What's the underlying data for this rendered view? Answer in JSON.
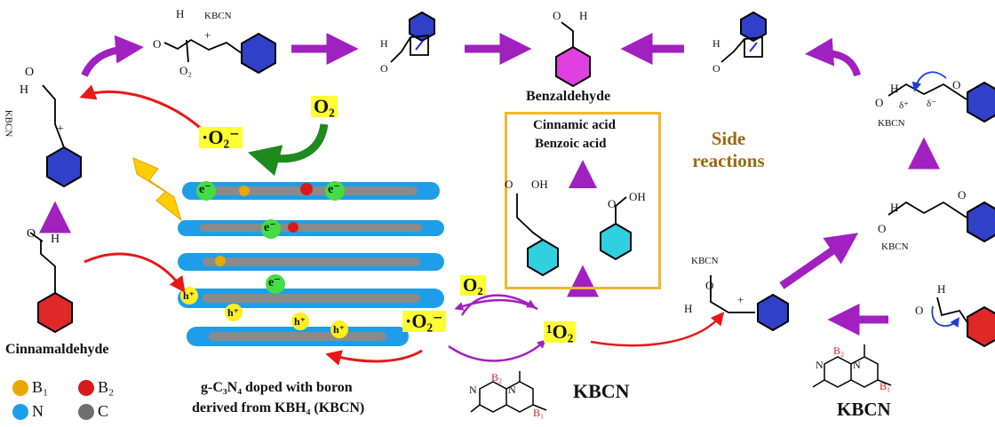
{
  "labels": {
    "benzaldehyde": "Benzaldehyde",
    "cinnamic_acid": "Cinnamic acid",
    "benzoic_acid": "Benzoic acid",
    "side_reactions_line1": "Side",
    "side_reactions_line2": "reactions",
    "cinnamaldehyde": "Cinnamaldehyde",
    "catalyst_caption_line1": "g-C₃N₄ doped with boron",
    "catalyst_caption_line2": "derived from KBH₄ (KBCN)",
    "kbcn_middle": "KBCN",
    "kbcn_right": "KBCN"
  },
  "species": {
    "o2_top": "O₂",
    "superoxide_top": "·O₂⁻",
    "o2_mid": "O₂",
    "superoxide_mid": "·O₂⁻",
    "singlet_o2": "¹O₂"
  },
  "carriers": {
    "electron": "e⁻",
    "hole": "h⁺"
  },
  "legend": [
    {
      "symbol": "B₁",
      "color": "#e8a800"
    },
    {
      "symbol": "B₂",
      "color": "#d81a1a"
    },
    {
      "symbol": "N",
      "color": "#1e9ee8"
    },
    {
      "symbol": "C",
      "color": "#6f6f6f"
    }
  ],
  "atoms": {
    "H": "H",
    "O": "O",
    "OH": "OH",
    "O2": "O₂",
    "KBCN": "KBCN",
    "N": "N",
    "B1": "B₁",
    "B2": "B₂",
    "delta_plus": "δ⁺",
    "delta_minus": "δ⁻",
    "plus": "+"
  },
  "colors": {
    "purple_arrow": "#a020c0",
    "red_arrow": "#e81818",
    "green_arrow": "#1e8a1e",
    "highlight": "#ffff33",
    "side_text": "#9a6a12",
    "box_border": "#f0b830",
    "ring_blue": "#3040c8",
    "ring_red": "#e02828",
    "ring_pink": "#e040e0",
    "ring_cyan": "#30d0e0",
    "nitrogen": "#1e9ee8",
    "carbon": "#6f6f6f",
    "electron_green": "#44dd44"
  }
}
